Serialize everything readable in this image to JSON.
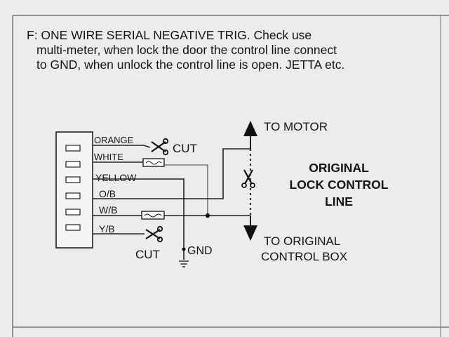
{
  "caption": {
    "line1": "F: ONE WIRE SERIAL NEGATIVE  TRIG.  Check use",
    "line2": "multi-meter, when lock the door the control line connect",
    "line3": "to GND, when unlock the control line is open. JETTA etc."
  },
  "wires": [
    {
      "label": "ORANGE"
    },
    {
      "label": "WHITE"
    },
    {
      "label": "YELLOW"
    },
    {
      "label": "O/B"
    },
    {
      "label": "W/B"
    },
    {
      "label": "Y/B"
    }
  ],
  "labels": {
    "cut_top": "CUT",
    "cut_bottom": "CUT",
    "gnd": "GND",
    "to_motor": "TO MOTOR",
    "original_1": "ORIGINAL",
    "original_2": "LOCK CONTROL",
    "original_3": "LINE",
    "to_box_1": "TO ORIGINAL",
    "to_box_2": "CONTROL BOX"
  }
}
